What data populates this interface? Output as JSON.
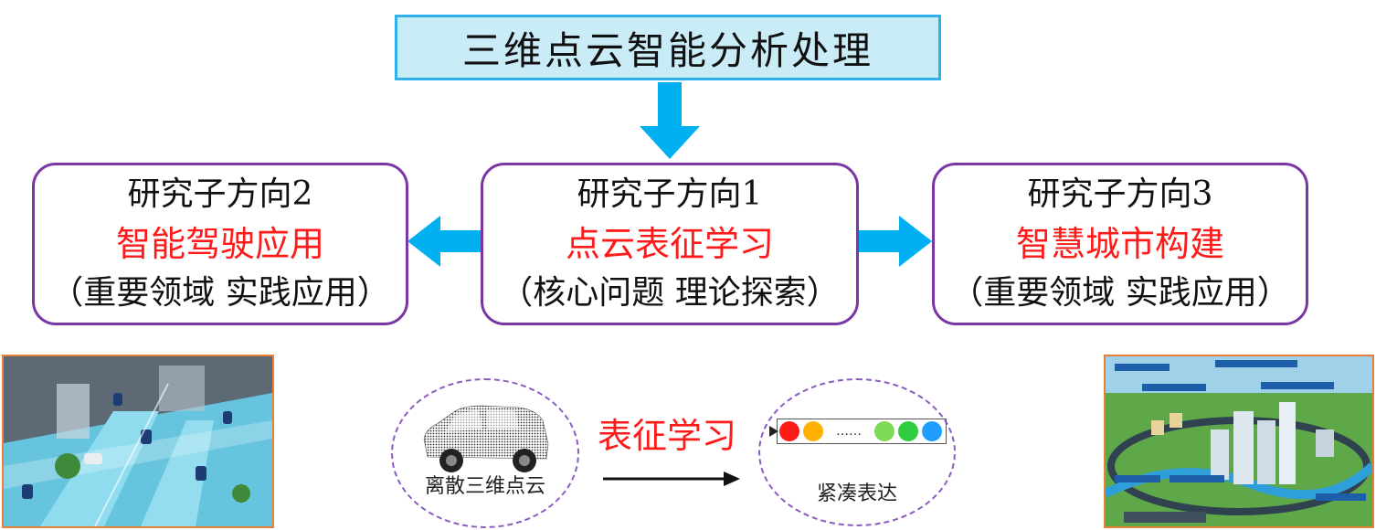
{
  "title": "三维点云智能分析处理",
  "directions": {
    "left": {
      "heading": "研究子方向2",
      "topic": "智能驾驶应用",
      "note": "（重要领域 实践应用）"
    },
    "center": {
      "heading": "研究子方向1",
      "topic": "点云表征学习",
      "note": "（核心问题 理论探索）"
    },
    "right": {
      "heading": "研究子方向3",
      "topic": "智慧城市构建",
      "note": "（重要领域 实践应用）"
    }
  },
  "bottom": {
    "cloud_label": "离散三维点云",
    "compact_label": "紧凑表达",
    "learning_label": "表征学习",
    "dots": [
      "#ff1a1a",
      "#ffb000",
      "#7ed957",
      "#2ecc40",
      "#1e9fff"
    ],
    "ellipsis": "……"
  },
  "colors": {
    "accent_blue": "#00b0f0",
    "frame_purple": "#7a36a3",
    "highlight_red": "#ff1a1a"
  }
}
